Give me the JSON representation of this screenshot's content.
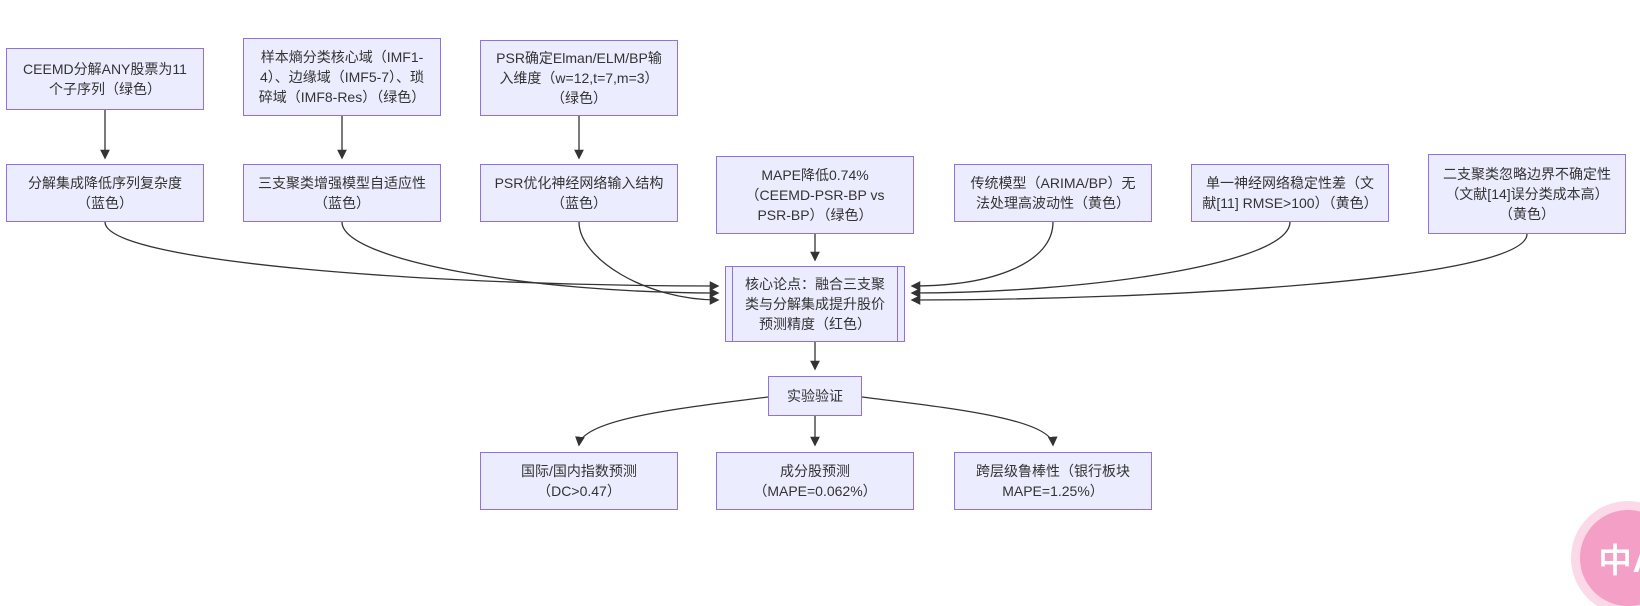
{
  "diagram": {
    "nodes": {
      "ceemd": {
        "text": "CEEMD分解ANY股票为11个子序列（绿色）",
        "tag": "绿色"
      },
      "entropy": {
        "text": "样本熵分类核心域（IMF1-4）、边缘域（IMF5-7）、琐碎域（IMF8-Res）（绿色）",
        "tag": "绿色"
      },
      "psr_input": {
        "text": "PSR确定Elman/ELM/BP输入维度（w=12,t=7,m=3）（绿色）",
        "tag": "绿色"
      },
      "decompose": {
        "text": "分解集成降低序列复杂度（蓝色）",
        "tag": "蓝色"
      },
      "three_way": {
        "text": "三支聚类增强模型自适应性（蓝色）",
        "tag": "蓝色"
      },
      "psr_opt": {
        "text": "PSR优化神经网络输入结构（蓝色）",
        "tag": "蓝色"
      },
      "mape": {
        "text": "MAPE降低0.74%（CEEMD-PSR-BP vs PSR-BP）（绿色）",
        "tag": "绿色"
      },
      "traditional": {
        "text": "传统模型（ARIMA/BP）无法处理高波动性（黄色）",
        "tag": "黄色"
      },
      "single_nn": {
        "text": "单一神经网络稳定性差（文献[11] RMSE>100）（黄色）",
        "tag": "黄色"
      },
      "two_way": {
        "text": "二支聚类忽略边界不确定性（文献[14]误分类成本高）（黄色）",
        "tag": "黄色"
      },
      "core": {
        "text": "核心论点：融合三支聚类与分解集成提升股价预测精度（红色）",
        "tag": "红色"
      },
      "experiment": {
        "text": "实验验证",
        "tag": ""
      },
      "index_pred": {
        "text": "国际/国内指数预测（DC>0.47）",
        "tag": ""
      },
      "stock_pred": {
        "text": "成分股预测（MAPE=0.062%）",
        "tag": ""
      },
      "robust": {
        "text": "跨层级鲁棒性（银行板块MAPE=1.25%）",
        "tag": ""
      }
    },
    "edges": [
      {
        "from": "ceemd",
        "to": "decompose"
      },
      {
        "from": "entropy",
        "to": "three_way"
      },
      {
        "from": "psr_input",
        "to": "psr_opt"
      },
      {
        "from": "decompose",
        "to": "core"
      },
      {
        "from": "three_way",
        "to": "core"
      },
      {
        "from": "psr_opt",
        "to": "core"
      },
      {
        "from": "mape",
        "to": "core"
      },
      {
        "from": "traditional",
        "to": "core"
      },
      {
        "from": "single_nn",
        "to": "core"
      },
      {
        "from": "two_way",
        "to": "core"
      },
      {
        "from": "core",
        "to": "experiment"
      },
      {
        "from": "experiment",
        "to": "index_pred"
      },
      {
        "from": "experiment",
        "to": "stock_pred"
      },
      {
        "from": "experiment",
        "to": "robust"
      }
    ]
  },
  "colors": {
    "node_fill": "#ECECFF",
    "node_border": "#9370DB",
    "node_text": "#333333",
    "edge": "#333333",
    "fab_pink": "#F49FC5",
    "fab_ring": "#FCD9E8"
  },
  "translate_button": {
    "label": "中A"
  }
}
